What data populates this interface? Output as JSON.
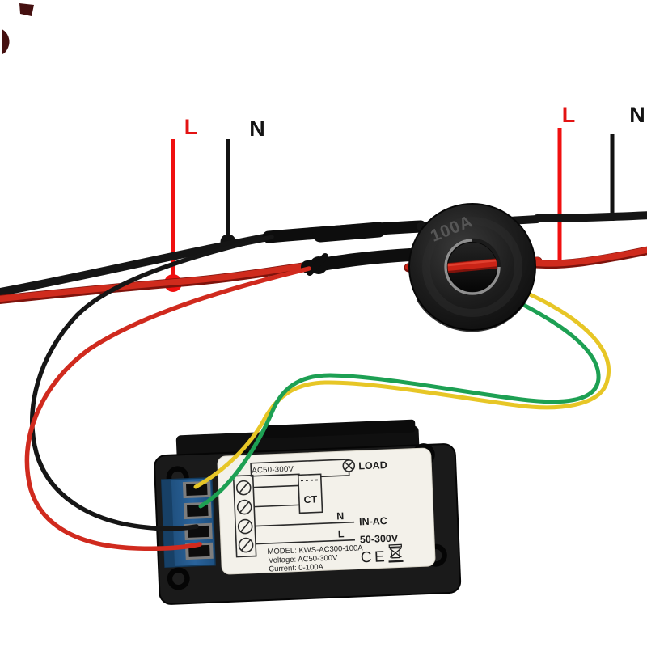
{
  "annotations": {
    "left": {
      "live": "L",
      "neutral": "N"
    },
    "right": {
      "live": "L",
      "neutral": "N"
    }
  },
  "ct": {
    "marking": "100A"
  },
  "device_label": {
    "voltage_header": "AC50-300V",
    "load": "LOAD",
    "ct_box": "CT",
    "neutral": "N",
    "input_label": "IN-AC",
    "live": "L",
    "input_range": "50-300V",
    "model_line": "MODEL: KWS-AC300-100A",
    "voltage_line": "Voltage: AC50-300V",
    "current_line": "Current: 0-100A",
    "ce_mark": "CE"
  },
  "colors": {
    "live_red": "#e31313",
    "neutral_black": "#141414",
    "ct_secondary_green": "#1da053",
    "ct_secondary_yellow": "#e7c626",
    "terminal_block_blue": "#225a8c",
    "label_background": "#f3f1ea"
  }
}
